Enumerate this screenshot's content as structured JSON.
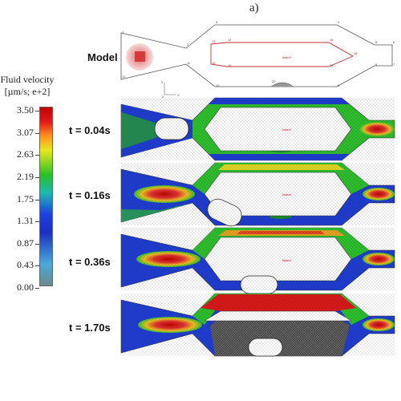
{
  "panel_label": "a)",
  "colorbar": {
    "title_line1": "Fluid velocity",
    "title_line2": "[µm/s; e+2]",
    "ticks": [
      "3.50",
      "3.07",
      "2.63",
      "2.19",
      "1.75",
      "1.31",
      "0.87",
      "0.43",
      "0.00"
    ]
  },
  "rows": {
    "model": "Model",
    "t1": "t = 0.04s",
    "t2": "t = 0.16s",
    "t3": "t = 0.36s",
    "t4": "t = 1.70s"
  },
  "model": {
    "island_label": "Island",
    "node_labels": [
      "1",
      "2",
      "3",
      "4",
      "5",
      "6",
      "7",
      "8",
      "9",
      "10",
      "11",
      "12",
      "13",
      "14",
      "15",
      "16",
      "17",
      "18",
      "19",
      "20"
    ],
    "axis_x": "X",
    "axis_y": "Y",
    "axis_z": "Z"
  },
  "colors": {
    "outline": "#555555",
    "island_outline": "#c03030",
    "high_velocity": "#e01818",
    "low_velocity": "#1a30c0",
    "mid_velocity": "#28c028"
  }
}
